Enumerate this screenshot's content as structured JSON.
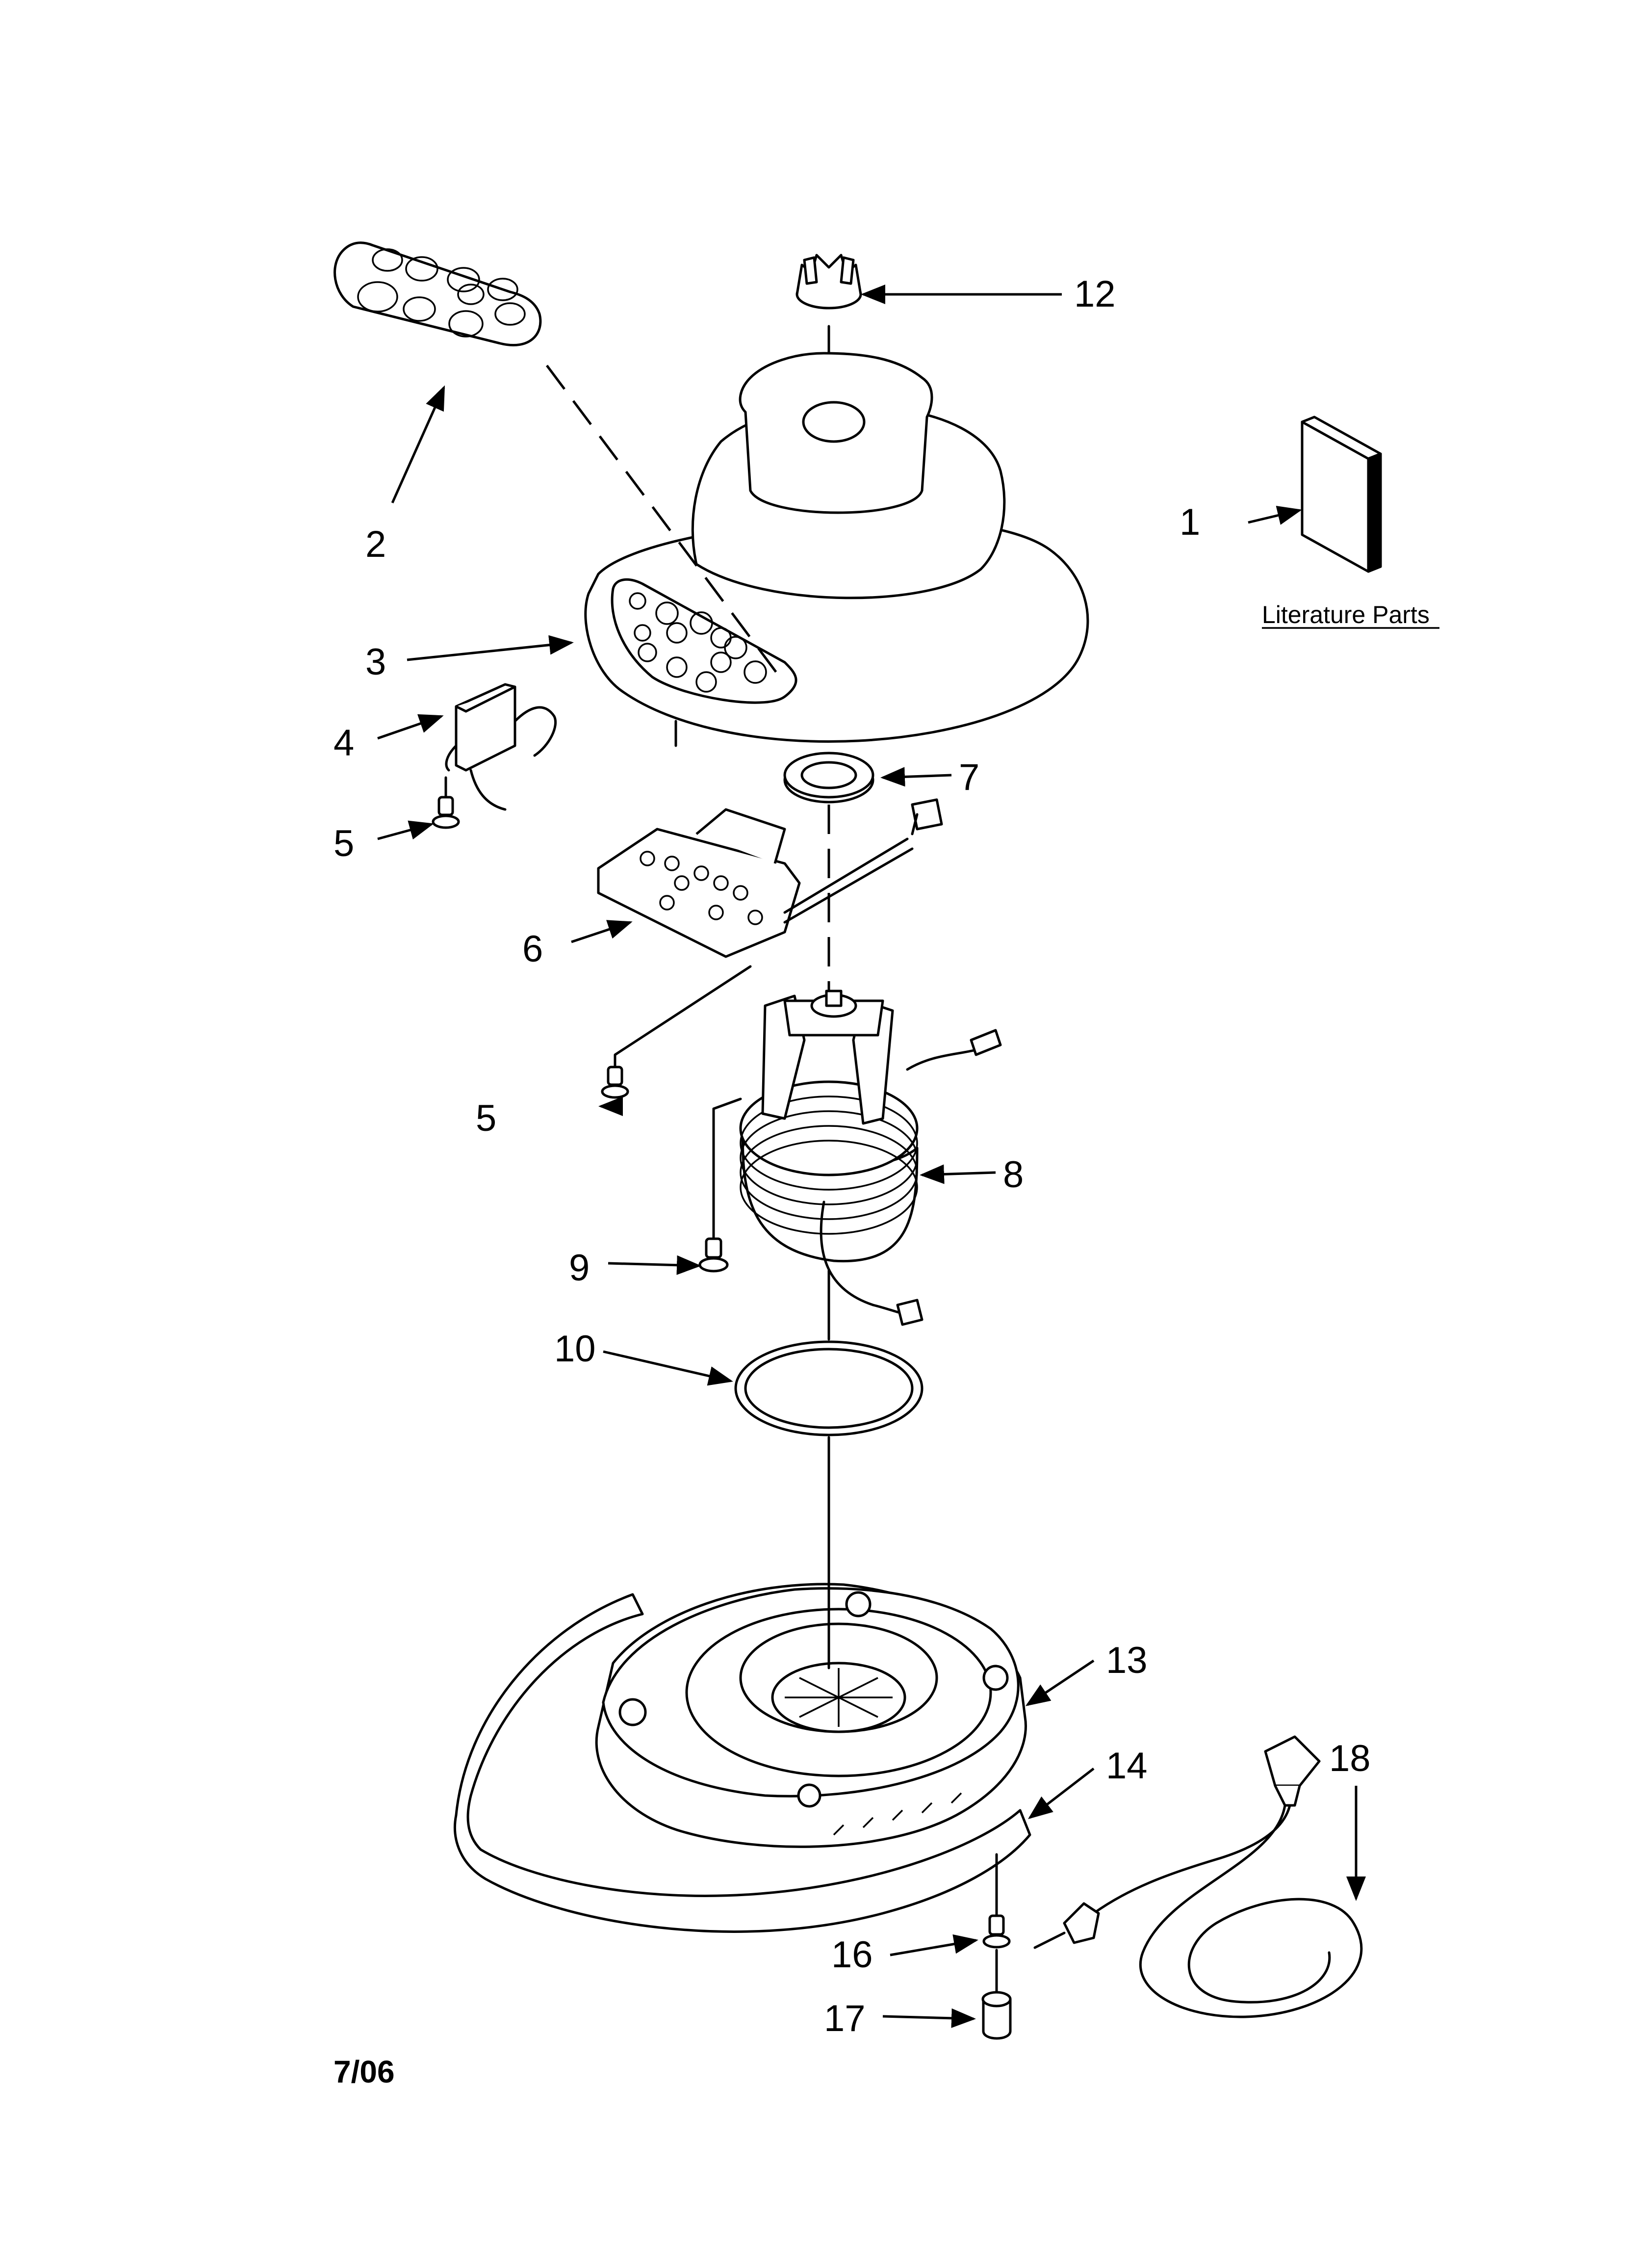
{
  "diagram": {
    "date_code": "7/06",
    "literature_caption": "Literature Parts",
    "callouts": [
      {
        "id": "1",
        "label": "1"
      },
      {
        "id": "2",
        "label": "2"
      },
      {
        "id": "3",
        "label": "3"
      },
      {
        "id": "4",
        "label": "4"
      },
      {
        "id": "5a",
        "label": "5"
      },
      {
        "id": "5b",
        "label": "5"
      },
      {
        "id": "6",
        "label": "6"
      },
      {
        "id": "7",
        "label": "7"
      },
      {
        "id": "8",
        "label": "8"
      },
      {
        "id": "9",
        "label": "9"
      },
      {
        "id": "10",
        "label": "10"
      },
      {
        "id": "12",
        "label": "12"
      },
      {
        "id": "13",
        "label": "13"
      },
      {
        "id": "14",
        "label": "14"
      },
      {
        "id": "16",
        "label": "16"
      },
      {
        "id": "17",
        "label": "17"
      },
      {
        "id": "18",
        "label": "18"
      }
    ]
  }
}
